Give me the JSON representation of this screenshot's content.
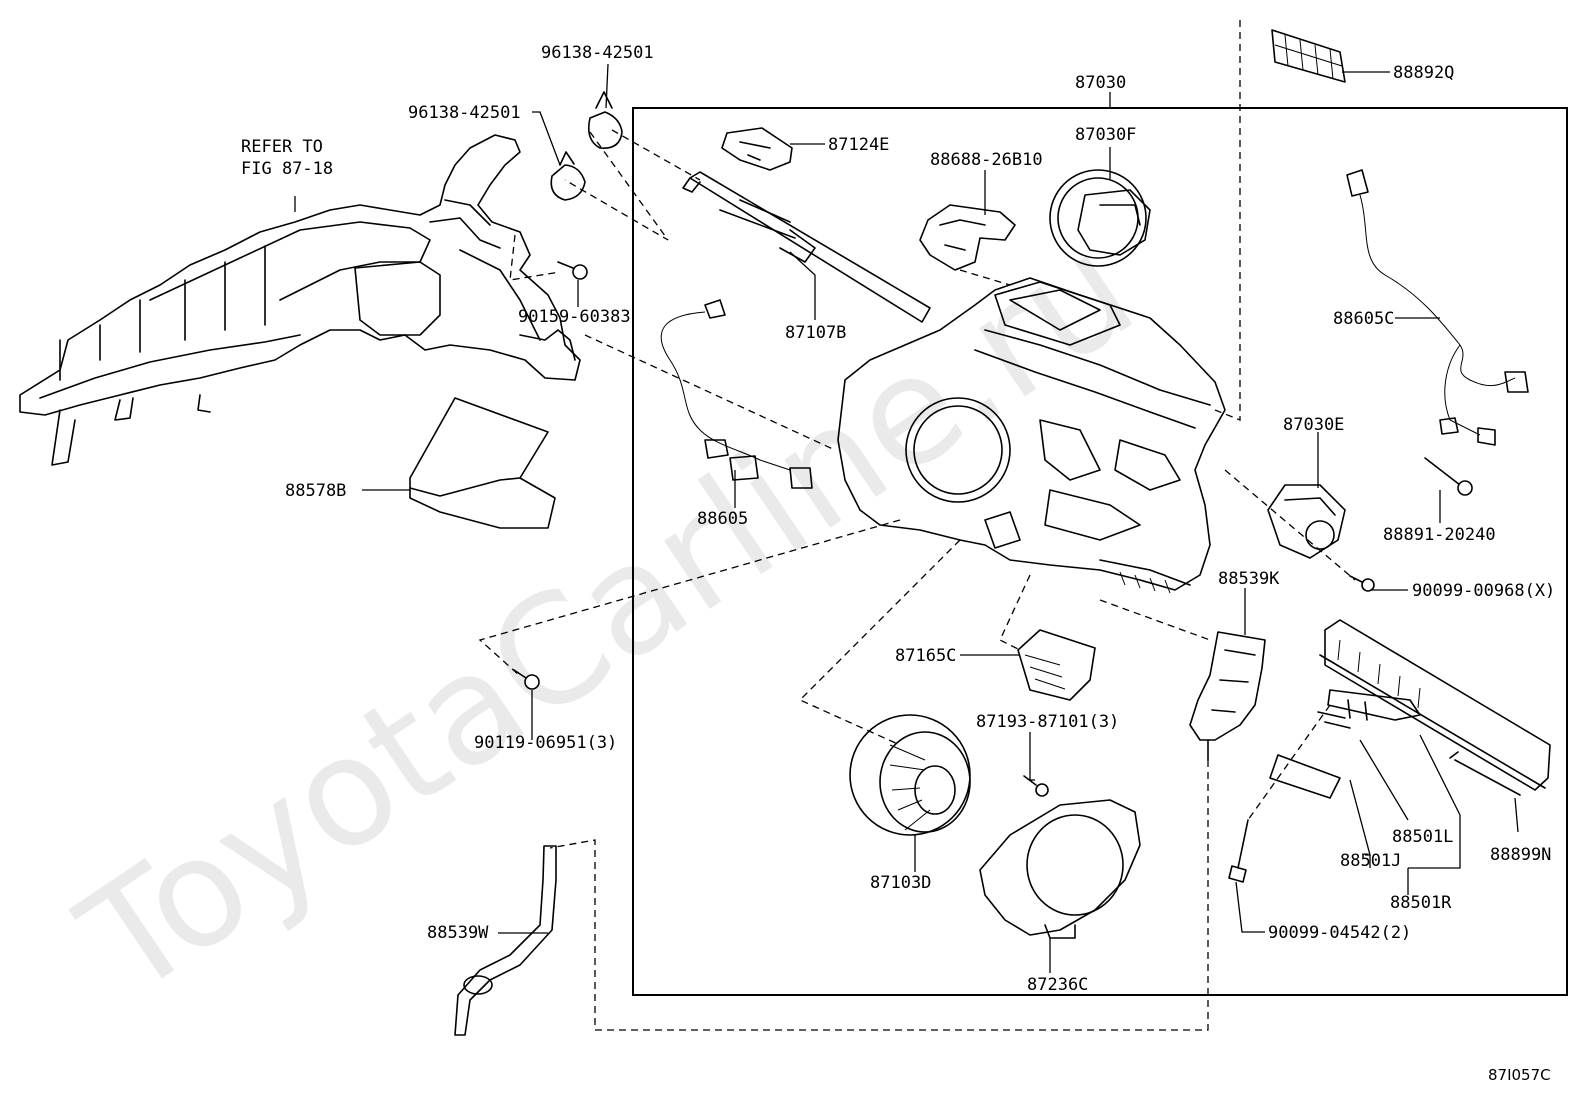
{
  "watermark": "ToyotaCarline.ru",
  "figure_code": "87I057C",
  "refer_note": {
    "line1": "REFER TO",
    "line2": "FIG 87-18"
  },
  "labels": {
    "p96138_top": "96138-42501",
    "p96138_left": "96138-42501",
    "p90159": "90159-60383",
    "p88578b": "88578B",
    "p87030": "87030",
    "p87124e": "87124E",
    "p87107b": "87107B",
    "p88688": "88688-26B10",
    "p87030f": "87030F",
    "p88892q": "88892Q",
    "p88605c": "88605C",
    "p87030e": "87030E",
    "p88891": "88891-20240",
    "p90099_968": "90099-00968(X)",
    "p88605": "88605",
    "p88539k": "88539K",
    "p87165c": "87165C",
    "p87193": "87193-87101(3)",
    "p90119": "90119-06951(3)",
    "p87103d": "87103D",
    "p87236c": "87236C",
    "p88501l": "88501L",
    "p88501j": "88501J",
    "p88501r": "88501R",
    "p88899n": "88899N",
    "p90099_4542": "90099-04542(2)",
    "p88539w": "88539W"
  }
}
